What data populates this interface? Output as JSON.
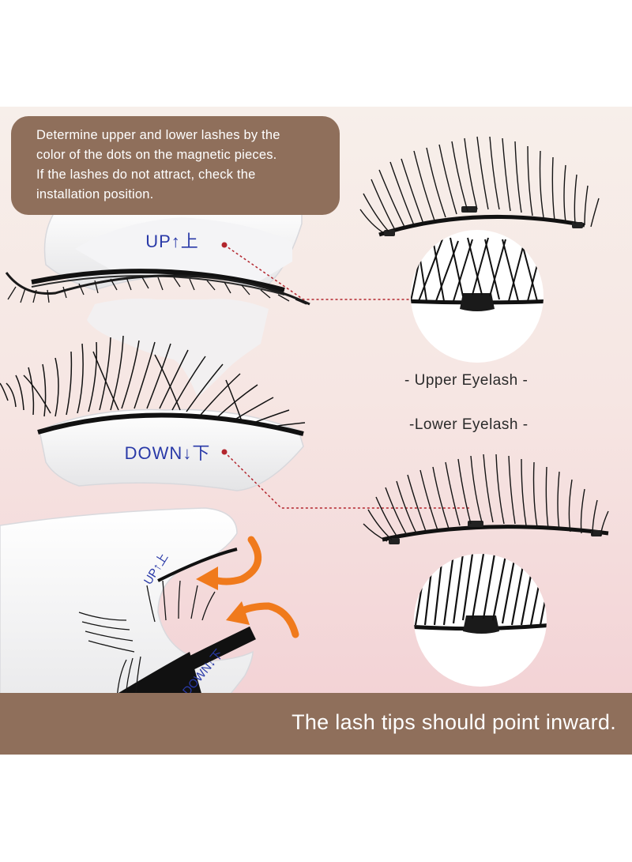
{
  "instruction_note": {
    "lines": [
      "Determine upper and lower lashes by the",
      "color of the dots on the magnetic pieces.",
      "If the lashes do not attract, check the",
      "installation position."
    ]
  },
  "tool_labels": {
    "up": "UP↑上",
    "down": "DOWN↓下",
    "up_small": "UP↑上",
    "down_small": "DOWN↓下"
  },
  "captions": {
    "upper": "- Upper Eyelash -",
    "lower": "-Lower Eyelash -"
  },
  "bottom_banner": {
    "text": "The lash tips should point inward."
  },
  "colors": {
    "brown_banner": "#8f6f5b",
    "indicator_dot": "#b3262e",
    "arrow_orange": "#f07a1c",
    "label_blue": "#2a3aa8"
  }
}
